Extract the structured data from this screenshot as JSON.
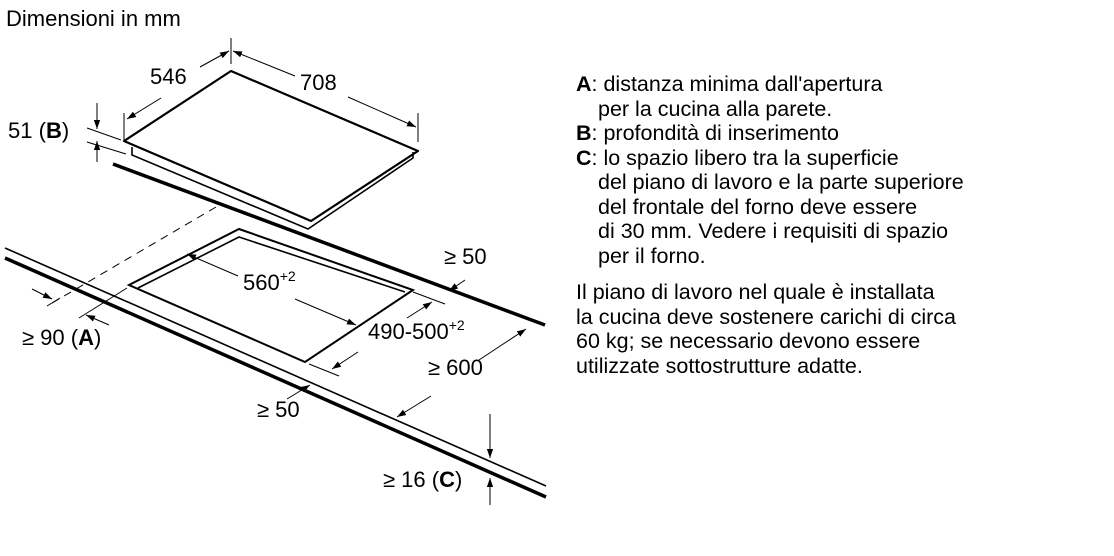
{
  "title": "Dimensioni in mm",
  "dimensions": {
    "hob_depth": "546",
    "hob_width": "708",
    "insertion_depth": "51",
    "insertion_depth_ref": "B",
    "cutout_width": "560",
    "cutout_width_tol": "+2",
    "cutout_depth": "490-500",
    "cutout_depth_tol": "+2",
    "back_clearance": "≥ 50",
    "front_clearance": "≥ 50",
    "worktop_depth": "≥ 600",
    "side_clearance": "≥ 90",
    "side_clearance_ref": "A",
    "gap_above_oven": "≥ 16",
    "gap_above_oven_ref": "C"
  },
  "legend": [
    {
      "key": "A",
      "lines": [
        ": distanza minima dall'apertura",
        "per la cucina alla parete."
      ]
    },
    {
      "key": "B",
      "lines": [
        ": profondità di inserimento"
      ]
    },
    {
      "key": "C",
      "lines": [
        ": lo spazio libero tra la superficie",
        "del piano di lavoro e la parte superiore",
        "del frontale del forno deve essere",
        "di 30 mm. Vedere i requisiti di spazio",
        "per il forno."
      ]
    }
  ],
  "note": [
    "Il piano di lavoro nel quale è installata",
    "la cucina deve sostenere carichi di circa",
    "60 kg; se necessario devono essere",
    "utilizzate sottostrutture adatte."
  ]
}
